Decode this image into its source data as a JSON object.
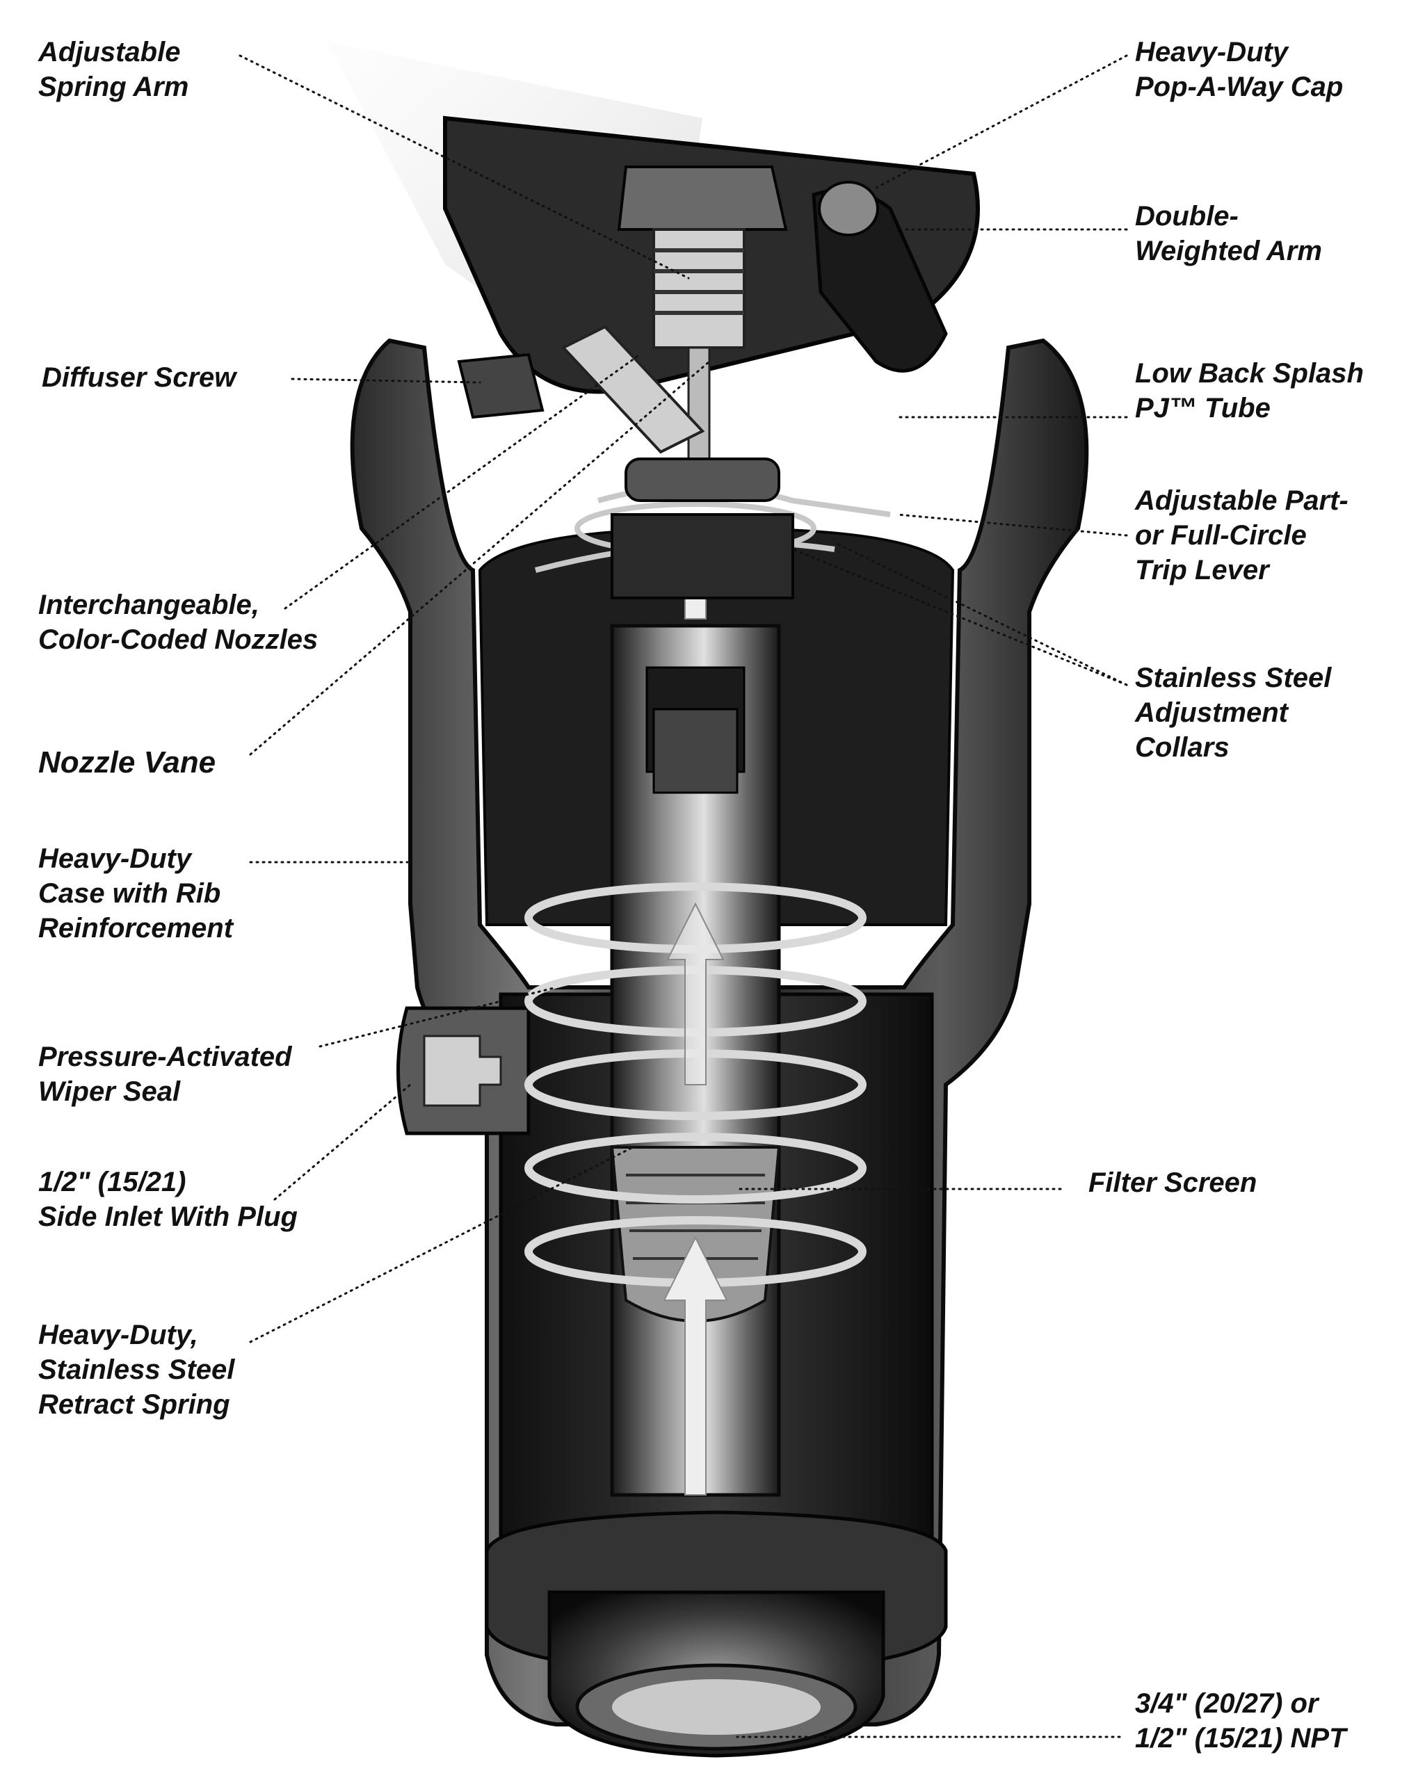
{
  "diagram": {
    "ink_color": "#111111",
    "labels": {
      "adjustable_spring_arm": [
        "Adjustable",
        "Spring Arm"
      ],
      "diffuser_screw": [
        "Diffuser Screw"
      ],
      "interchangeable_nozzles": [
        "Interchangeable,",
        "Color-Coded Nozzles"
      ],
      "nozzle_vane": [
        "Nozzle Vane"
      ],
      "case_rib": [
        "Heavy-Duty",
        "Case with Rib",
        "Reinforcement"
      ],
      "wiper_seal": [
        "Pressure-Activated",
        "Wiper Seal"
      ],
      "side_inlet": [
        "1/2\" (15/21)",
        "Side Inlet With Plug"
      ],
      "retract_spring": [
        "Heavy-Duty,",
        "Stainless Steel",
        "Retract Spring"
      ],
      "popaway_cap": [
        "Heavy-Duty",
        "Pop-A-Way Cap"
      ],
      "double_arm": [
        "Double-",
        "Weighted Arm"
      ],
      "pj_tube": [
        "Low Back Splash",
        "PJ™ Tube"
      ],
      "trip_lever": [
        "Adjustable Part-",
        "or Full-Circle",
        "Trip Lever"
      ],
      "collars": [
        "Stainless Steel",
        "Adjustment",
        "Collars"
      ],
      "filter_screen": [
        "Filter Screen"
      ],
      "npt": [
        "3/4\" (20/27) or",
        "1/2\" (15/21) NPT"
      ]
    }
  }
}
